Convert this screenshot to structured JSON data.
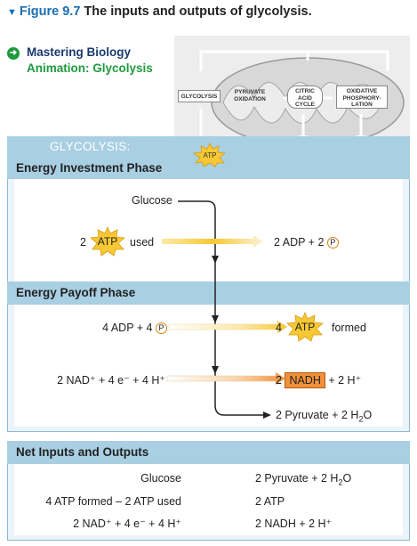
{
  "figure": {
    "number": "Figure 9.7",
    "caption": "The inputs and outputs of glycolysis."
  },
  "mastering": {
    "line1": "Mastering Biology",
    "line2": "Animation: Glycolysis"
  },
  "overview": {
    "glycolysis": "GLYCOLYSIS",
    "pyruvate1": "PYRUVATE",
    "pyruvate2": "OXIDATION",
    "citric1": "CITRIC",
    "citric2": "ACID",
    "citric3": "CYCLE",
    "oxphos1": "OXIDATIVE",
    "oxphos2": "PHOSPHORY-",
    "oxphos3": "LATION",
    "atp": "ATP"
  },
  "panel": {
    "title": "GLYCOLYSIS:",
    "investment": "Energy Investment Phase",
    "payoff": "Energy Payoff Phase"
  },
  "investment": {
    "glucose": "Glucose",
    "atp_count": "2",
    "atp": "ATP",
    "used": "used",
    "adp": "2 ADP + 2",
    "p": "P"
  },
  "payoff": {
    "adp": "4 ADP + 4",
    "p": "P",
    "atp_count": "4",
    "atp": "ATP",
    "formed": "formed",
    "nad_input": "2 NAD⁺ + 4 e⁻ + 4 H⁺",
    "nadh_count": "2",
    "nadh": "NADH",
    "nadh_rest": "+ 2 H⁺",
    "pyruvate_prefix": "2 Pyruvate + 2 H",
    "pyruvate_sub": "2",
    "pyruvate_suffix": "O"
  },
  "net": {
    "title": "Net Inputs and Outputs",
    "rows": [
      {
        "left": "Glucose",
        "right_prefix": "2 Pyruvate + 2 H",
        "right_sub": "2",
        "right_suffix": "O"
      },
      {
        "left": "4 ATP formed – 2 ATP used",
        "right_prefix": "2 ATP",
        "right_sub": "",
        "right_suffix": ""
      },
      {
        "left": "2 NAD⁺ + 4 e⁻ + 4 H⁺",
        "right_prefix": "2 NADH + 2 H⁺",
        "right_sub": "",
        "right_suffix": ""
      }
    ]
  },
  "colors": {
    "accent_blue": "#1a6fb3",
    "panel_blue": "#a9cfe3",
    "atp_yellow": "#f7c833",
    "nadh_orange": "#f0913a",
    "link_green": "#1f9a3e"
  }
}
